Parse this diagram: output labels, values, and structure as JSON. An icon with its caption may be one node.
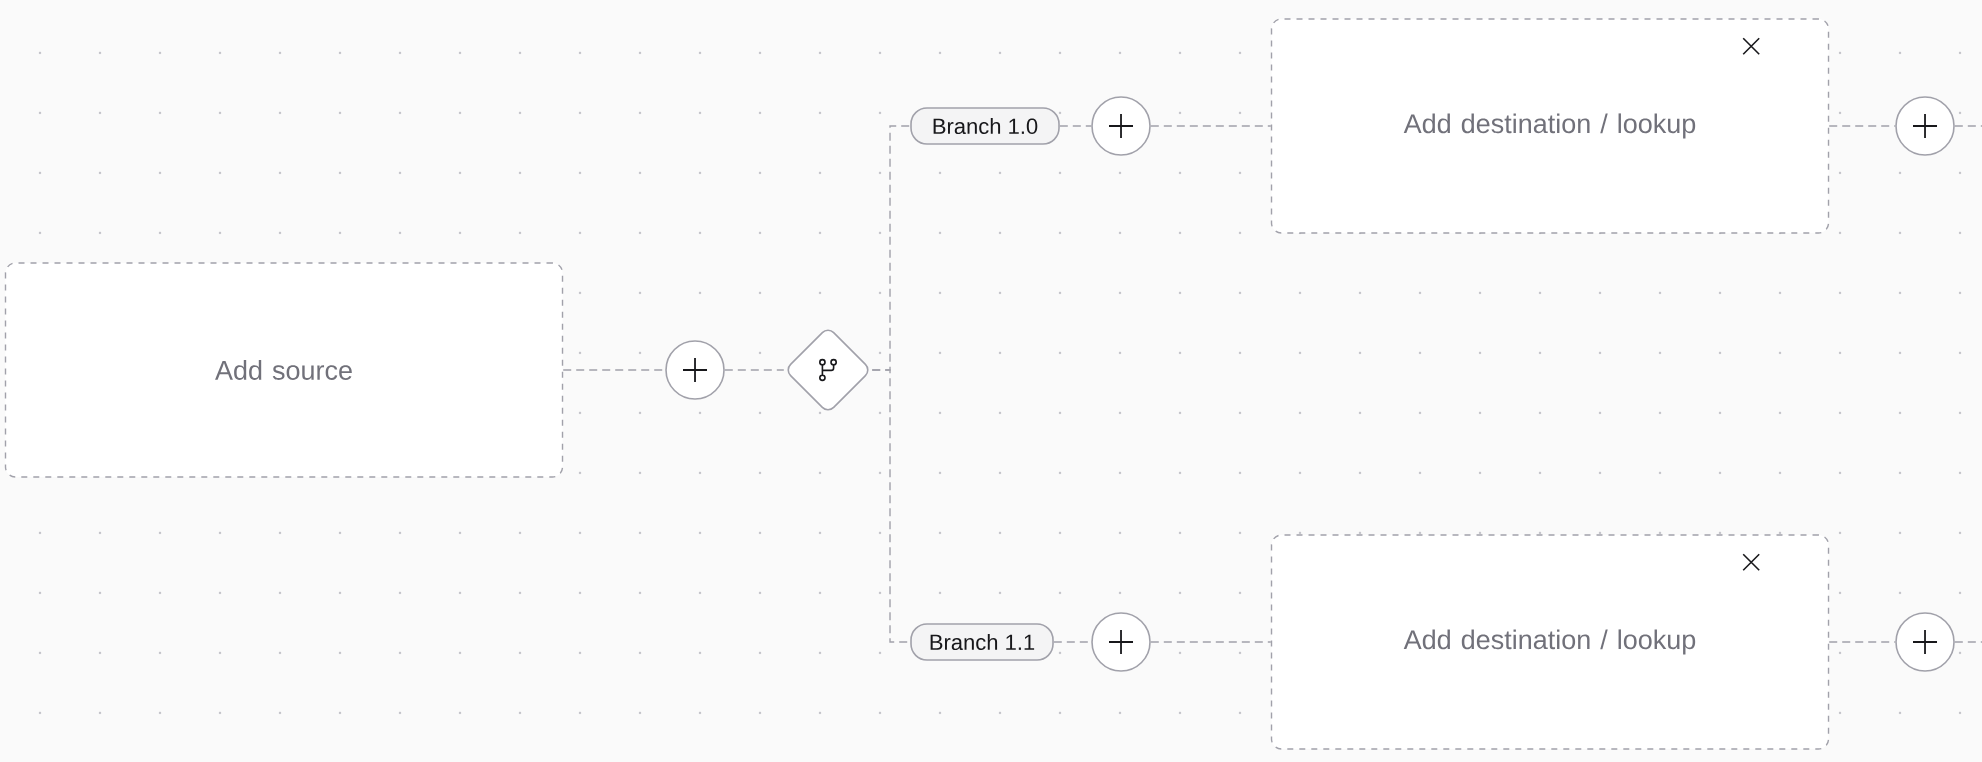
{
  "diagram": {
    "nodes": [
      {
        "text": [
          "Add source"
        ]
      },
      {
        "text": [],
        "shape": "circle"
      },
      {
        "text": [],
        "shape": "diamond"
      },
      {
        "text": [
          "Branch 1.0"
        ]
      },
      {
        "text": [],
        "shape": "circle"
      },
      {
        "text": [
          "Add destination / lookup"
        ]
      },
      {
        "text": [],
        "shape": "circle"
      },
      {
        "text": [
          "Branch 1.1"
        ]
      },
      {
        "text": [],
        "shape": "circle"
      },
      {
        "text": [
          "Add destination / lookup"
        ]
      },
      {
        "text": [],
        "shape": "circle"
      }
    ],
    "edges": [
      {
        "from": 0,
        "to": 1,
        "arrow": "none",
        "style": "dashed"
      },
      {
        "from": 1,
        "to": 2,
        "arrow": "none",
        "style": "dashed"
      },
      {
        "from": 2,
        "to": 3,
        "arrow": "none",
        "style": "dashed"
      },
      {
        "from": 2,
        "to": 7,
        "arrow": "none",
        "style": "dashed"
      },
      {
        "from": 3,
        "to": 4,
        "arrow": "none",
        "style": "dashed"
      },
      {
        "from": 4,
        "to": 5,
        "arrow": "none",
        "style": "dashed"
      },
      {
        "from": 5,
        "to": 6,
        "arrow": "none",
        "style": "dashed"
      },
      {
        "from": 6,
        "to": null,
        "arrow": "none",
        "style": "dashed"
      },
      {
        "from": 7,
        "to": 8,
        "arrow": "none",
        "style": "dashed"
      },
      {
        "from": 8,
        "to": 9,
        "arrow": "none",
        "style": "dashed"
      },
      {
        "from": 9,
        "to": 10,
        "arrow": "none",
        "style": "dashed"
      },
      {
        "from": 10,
        "to": null,
        "arrow": "none",
        "style": "dashed"
      }
    ]
  }
}
